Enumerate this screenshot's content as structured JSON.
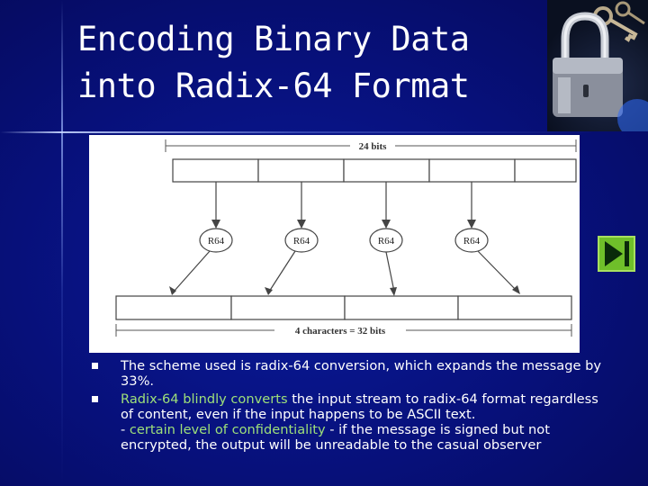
{
  "slide": {
    "title_line1": "Encoding Binary Data",
    "title_line2": "into Radix-64 Format",
    "decoration_image": "padlock-with-keys",
    "next_icon": "next-slide-icon",
    "colors": {
      "background": "#07107a",
      "title": "#ffffff",
      "highlight": "#9ee07a",
      "button": "#6fbf2a"
    }
  },
  "diagram": {
    "top_label": "24 bits",
    "converter_label": "R64",
    "bottom_label": "4 characters = 32 bits"
  },
  "bullets": [
    {
      "text": "The scheme used is radix-64 conversion, which expands the message by 33%."
    },
    {
      "highlight1": " Radix-64 blindly converts",
      "text1": " the input stream to radix-64 format regardless of content, even if the input happens to be ASCII text.",
      "dash": " - ",
      "highlight2": "certain level of confidentiality",
      "text2": "  - if the message is signed but not encrypted, the output will be unreadable to the casual observer"
    }
  ]
}
